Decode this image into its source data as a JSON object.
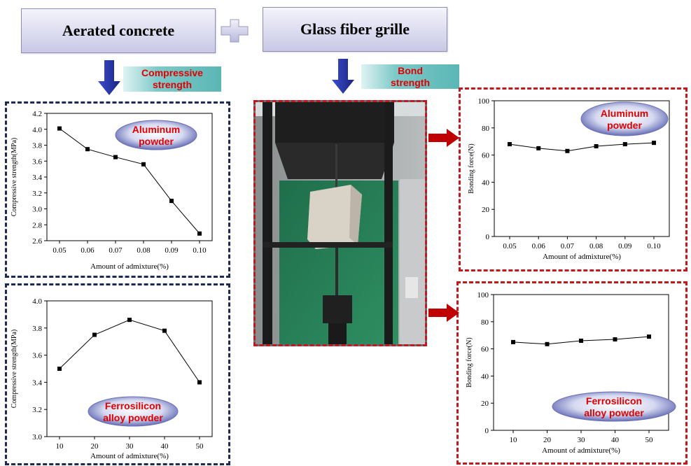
{
  "headers": {
    "aerated_concrete": "Aerated concrete",
    "glass_fiber_grille": "Glass fiber grille"
  },
  "tags": {
    "compressive": [
      "Compressive",
      "strength"
    ],
    "bond": [
      "Bond",
      "strength"
    ]
  },
  "colors": {
    "panel_blue": "#1c2a55",
    "panel_red": "#c0191e",
    "label_red": "#e00000",
    "arrow_blue": "#2b3aa8",
    "arrow_red": "#c00000"
  },
  "chart_data": [
    {
      "id": "compressive-aluminum",
      "type": "line",
      "legend_badge": [
        "Aluminum",
        "powder"
      ],
      "xlabel": "Amount of admixture(%)",
      "ylabel": "Compressive strength(MPa)",
      "x": [
        0.05,
        0.06,
        0.07,
        0.08,
        0.09,
        0.1
      ],
      "x_ticks": [
        "0.05",
        "0.06",
        "0.07",
        "0.08",
        "0.09",
        "0.10"
      ],
      "values": [
        4.01,
        3.75,
        3.65,
        3.56,
        3.1,
        2.69
      ],
      "ylim": [
        2.6,
        4.2
      ],
      "y_ticks": [
        "2.6",
        "2.8",
        "3.0",
        "3.2",
        "3.4",
        "3.6",
        "3.8",
        "4.0",
        "4.2"
      ]
    },
    {
      "id": "compressive-ferrosilicon",
      "type": "line",
      "legend_badge": [
        "Ferrosilicon",
        "alloy powder"
      ],
      "xlabel": "Amount of admixture(%)",
      "ylabel": "Compressive strength(MPa)",
      "x": [
        10,
        20,
        30,
        40,
        50
      ],
      "x_ticks": [
        "10",
        "20",
        "30",
        "40",
        "50"
      ],
      "values": [
        3.5,
        3.75,
        3.86,
        3.78,
        3.4
      ],
      "ylim": [
        3.0,
        4.0
      ],
      "y_ticks": [
        "3.0",
        "3.2",
        "3.4",
        "3.6",
        "3.8",
        "4.0"
      ]
    },
    {
      "id": "bond-aluminum",
      "type": "line",
      "legend_badge": [
        "Aluminum",
        "powder"
      ],
      "xlabel": "Amount of admixture(%)",
      "ylabel": "Bonding force(N)",
      "x": [
        0.05,
        0.06,
        0.07,
        0.08,
        0.09,
        0.1
      ],
      "x_ticks": [
        "0.05",
        "0.06",
        "0.07",
        "0.08",
        "0.09",
        "0.10"
      ],
      "values": [
        68,
        65,
        63,
        66.5,
        68,
        69
      ],
      "ylim": [
        0,
        100
      ],
      "y_ticks": [
        "0",
        "20",
        "40",
        "60",
        "80",
        "100"
      ]
    },
    {
      "id": "bond-ferrosilicon",
      "type": "line",
      "legend_badge": [
        "Ferrosilicon",
        "alloy powder"
      ],
      "xlabel": "Amount of admixture(%)",
      "ylabel": "Bonding force(N)",
      "x": [
        10,
        20,
        30,
        40,
        50
      ],
      "x_ticks": [
        "10",
        "20",
        "30",
        "40",
        "50"
      ],
      "values": [
        65,
        63.5,
        66,
        67,
        69
      ],
      "ylim": [
        0,
        100
      ],
      "y_ticks": [
        "0",
        "20",
        "40",
        "60",
        "80",
        "100"
      ]
    }
  ]
}
